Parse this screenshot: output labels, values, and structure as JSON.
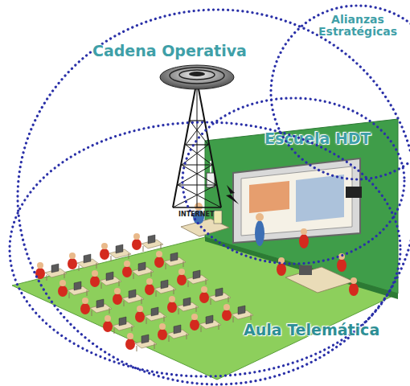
{
  "diagram": {
    "nodes": [
      {
        "text": [
          "Cadena Operativa"
        ]
      },
      {
        "text": [
          "Alianzas Estratégicas"
        ]
      },
      {
        "text": [
          "Escuela HDT"
        ],
        "in": 0
      },
      {
        "text": [
          "Aula Telemática"
        ],
        "in": 0
      }
    ],
    "labels": [
      "INTERNET"
    ]
  }
}
